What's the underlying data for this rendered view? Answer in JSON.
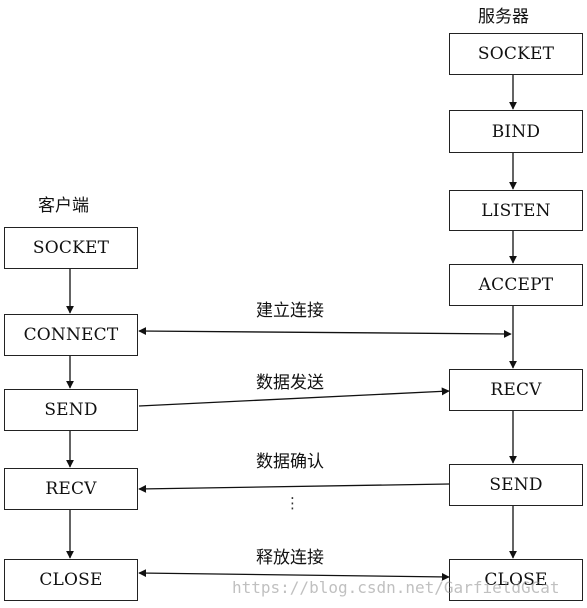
{
  "client": {
    "heading": "客户端",
    "nodes": {
      "socket": "SOCKET",
      "connect": "CONNECT",
      "send": "SEND",
      "recv": "RECV",
      "close": "CLOSE"
    }
  },
  "server": {
    "heading": "服务器",
    "nodes": {
      "socket": "SOCKET",
      "bind": "BIND",
      "listen": "LISTEN",
      "accept": "ACCEPT",
      "recv": "RECV",
      "send": "SEND",
      "close": "CLOSE"
    }
  },
  "edges": {
    "connect_label": "建立连接",
    "send_label": "数据发送",
    "ack_label": "数据确认",
    "close_label": "释放连接",
    "ellipsis": "⋮"
  },
  "watermark": "https://blog.csdn.net/GarfieldGCat"
}
